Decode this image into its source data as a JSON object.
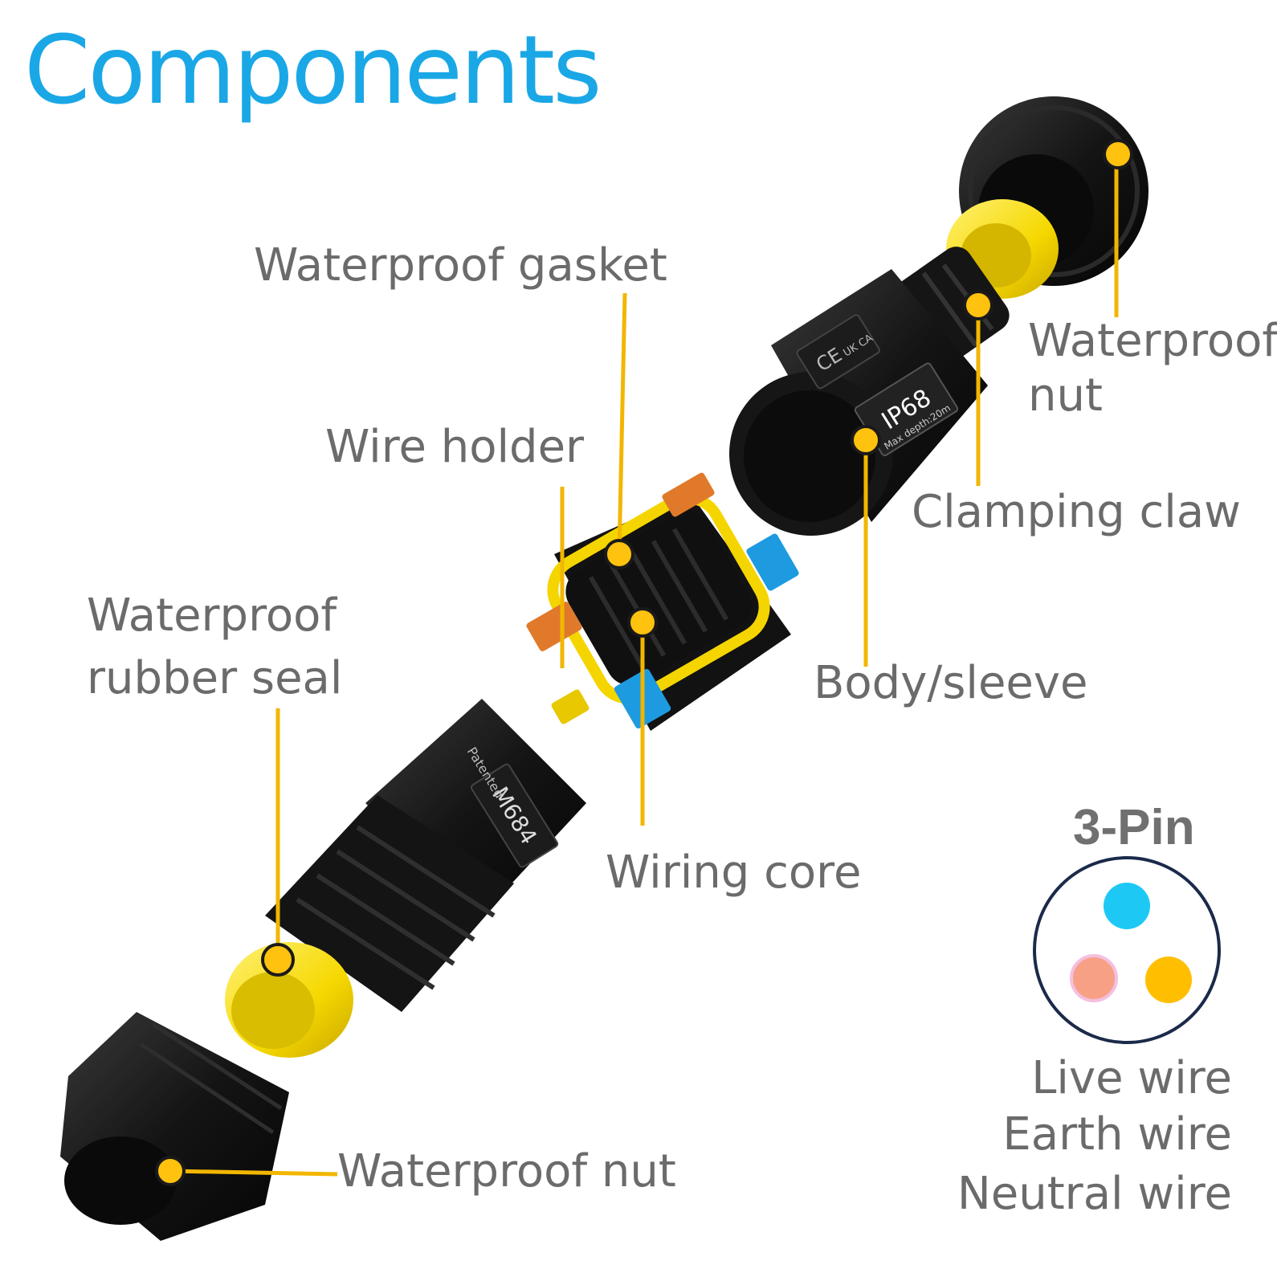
{
  "title": "Components",
  "labels": {
    "waterproof_gasket": "Waterproof gasket",
    "wire_holder": "Wire holder",
    "waterproof_rubber_seal_line1": "Waterproof",
    "waterproof_rubber_seal_line2": "rubber seal",
    "waterproof_nut_bottom": "Waterproof nut",
    "wiring_core": "Wiring core",
    "body_sleeve": "Body/sleeve",
    "clamping_claw": "Clamping claw",
    "waterproof_nut_top_line1": "Waterproof",
    "waterproof_nut_top_line2": "nut"
  },
  "product_markings": {
    "ip_rating": "IP68",
    "depth": "Max depth:20m",
    "model": "M684",
    "patented": "Patented",
    "ce": "CE",
    "ukca": "UK CA"
  },
  "pin_diagram": {
    "title": "3-Pin",
    "legend": [
      "Live wire",
      "Earth wire",
      "Neutral wire"
    ],
    "dot_colors": {
      "top": "#1ec8f5",
      "left": "#f7a085",
      "right": "#ffbf00"
    }
  },
  "colors": {
    "title": "#1aa7e6",
    "label_text": "#6b6b6b",
    "leader_line": "#f2b600",
    "marker": "#ffc20e",
    "pin_circle_stroke": "#1b2a4a",
    "pin_title": "#707070"
  }
}
